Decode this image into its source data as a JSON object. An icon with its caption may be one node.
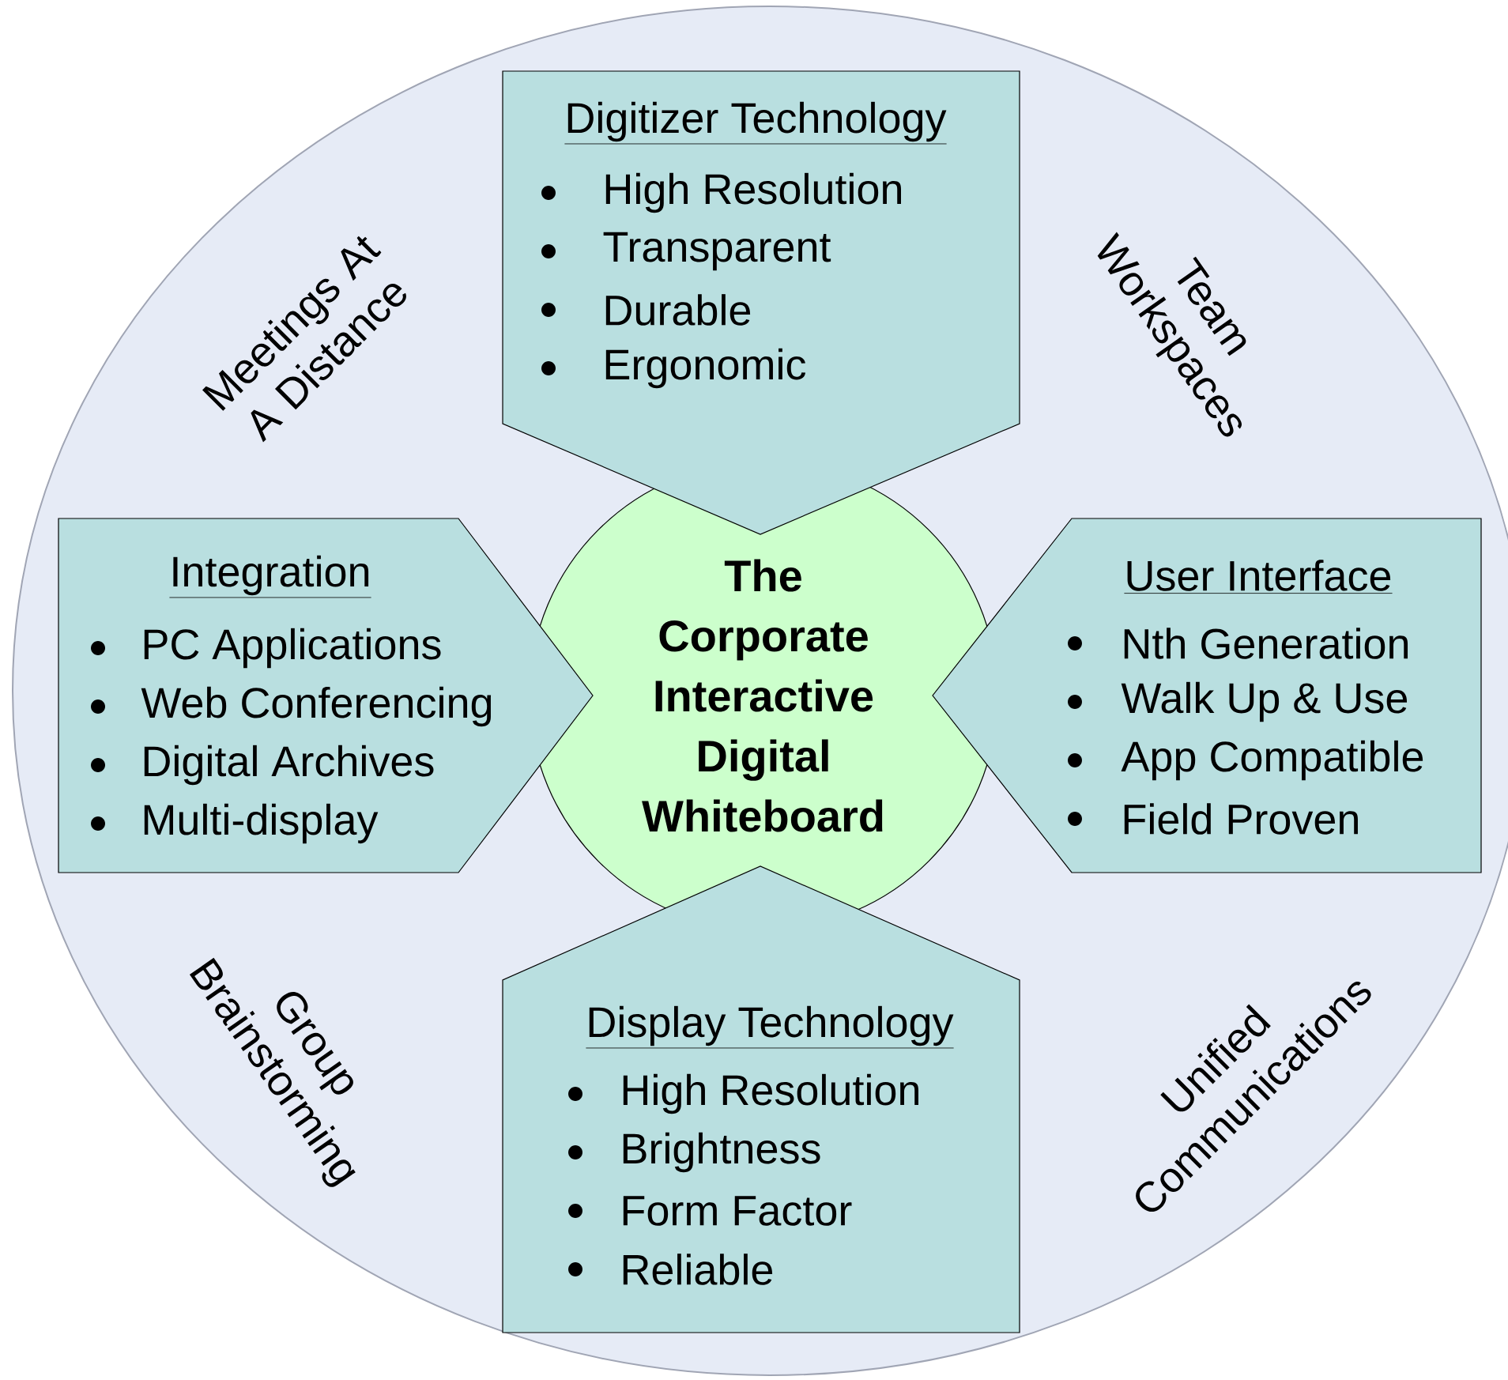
{
  "diagram": {
    "nodes": [
      {
        "text": [
          "Digitizer Technology",
          "High Resolution",
          "Transparent",
          "Durable",
          "Ergonomic"
        ]
      },
      {
        "text": [
          "Integration",
          "PC Applications",
          "Web Conferencing",
          "Digital Archives",
          "Multi-display"
        ]
      },
      {
        "text": [
          "The Corporate Interactive Digital Whiteboard"
        ]
      },
      {
        "text": [
          "User Interface",
          "Nth Generation",
          "Walk Up & Use",
          "App Compatible",
          "Field Proven"
        ]
      },
      {
        "text": [
          "Display Technology",
          "High Resolution",
          "Brightness",
          "Form Factor",
          "Reliable"
        ]
      }
    ],
    "labels": [
      "Meetings At A Distance",
      "Team Workspaces",
      "Group Brainstorming",
      "Unified Communications"
    ]
  }
}
